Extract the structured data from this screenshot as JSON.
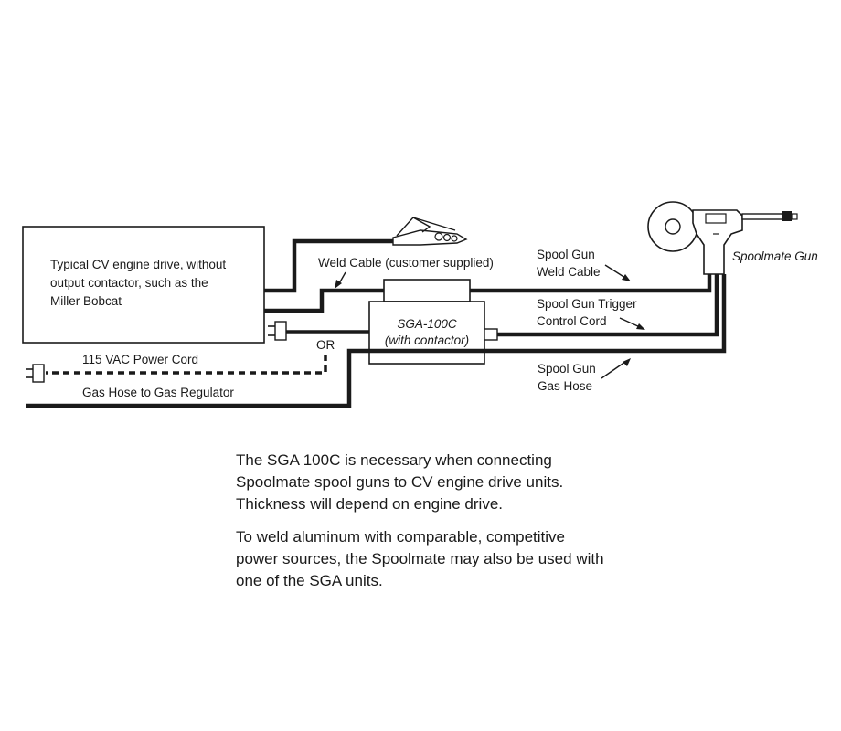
{
  "diagram": {
    "engine_drive_label": [
      "Typical CV engine drive, without",
      "output contactor, such as the",
      "Miller Bobcat"
    ],
    "weld_cable_label": "Weld Cable (customer supplied)",
    "sga_label": "SGA-100C",
    "sga_sublabel": "(with contactor)",
    "or_label": "OR",
    "power_cord_label": "115 VAC Power Cord",
    "gas_hose_label": "Gas Hose to Gas Regulator",
    "spool_weld_cable_label": [
      "Spool Gun",
      "Weld Cable"
    ],
    "trigger_cord_label": [
      "Spool Gun Trigger",
      "Control Cord"
    ],
    "spool_gas_hose_label": [
      "Spool Gun",
      "Gas Hose"
    ],
    "spoolmate_gun_label": "Spoolmate Gun"
  },
  "caption": {
    "paragraph1": [
      "The SGA 100C is necessary when connecting",
      "Spoolmate spool guns to CV engine drive units.",
      "Thickness will depend on engine drive."
    ],
    "paragraph2": [
      "To weld aluminum with comparable, competitive",
      "power sources, the Spoolmate may also be used with",
      "one of the SGA units."
    ]
  }
}
